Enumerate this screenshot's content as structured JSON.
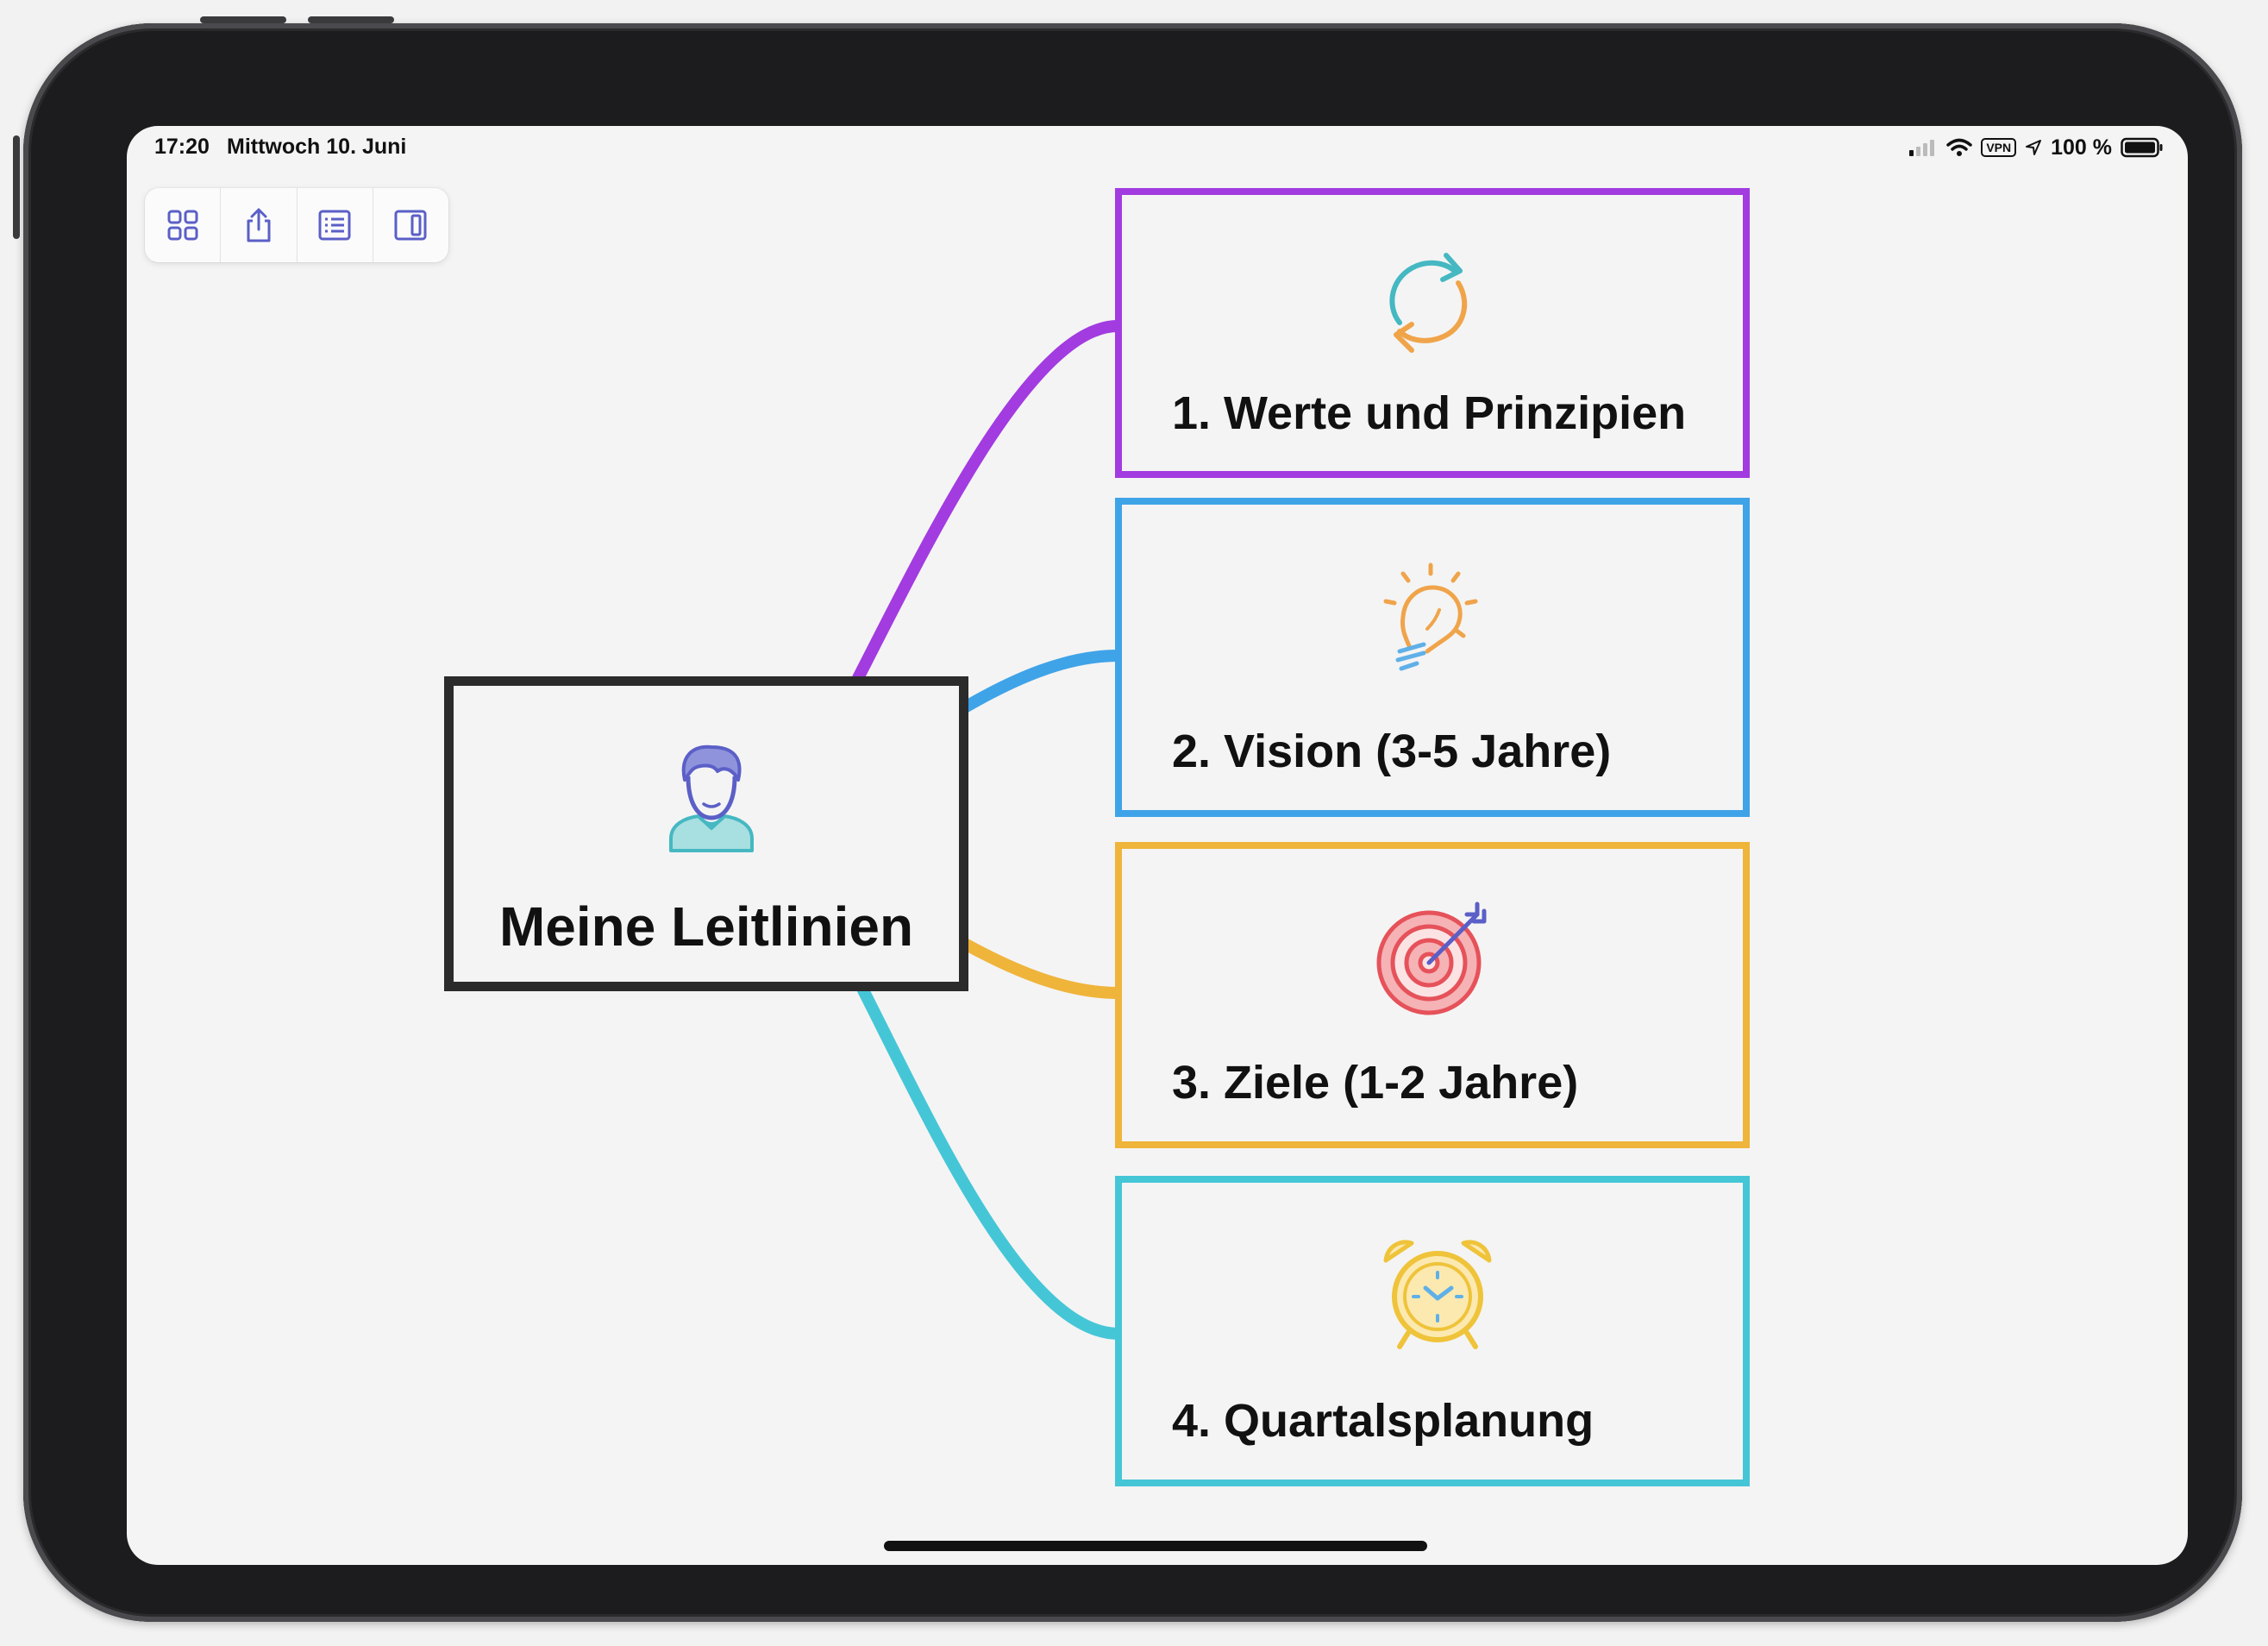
{
  "status_bar": {
    "time": "17:20",
    "date": "Mittwoch 10. Juni",
    "vpn": "VPN",
    "battery": "100 %"
  },
  "toolbar": {
    "items": [
      "grid-icon",
      "share-icon",
      "outline-icon",
      "sidebar-icon"
    ],
    "accent": "#5b5fc7"
  },
  "mindmap": {
    "root": {
      "label": "Meine Leitlinien",
      "icon": "person-icon",
      "color": "#2b2b2b"
    },
    "branches": [
      {
        "label": "1. Werte und Prinzipien",
        "icon": "refresh-cycle-icon",
        "color": "#a23be0"
      },
      {
        "label": "2. Vision (3-5 Jahre)",
        "icon": "lightbulb-icon",
        "color": "#3fa3e8"
      },
      {
        "label": "3. Ziele (1-2 Jahre)",
        "icon": "target-icon",
        "color": "#efb43a"
      },
      {
        "label": "4. Quartalsplanung",
        "icon": "alarm-clock-icon",
        "color": "#45c6d7"
      }
    ]
  }
}
